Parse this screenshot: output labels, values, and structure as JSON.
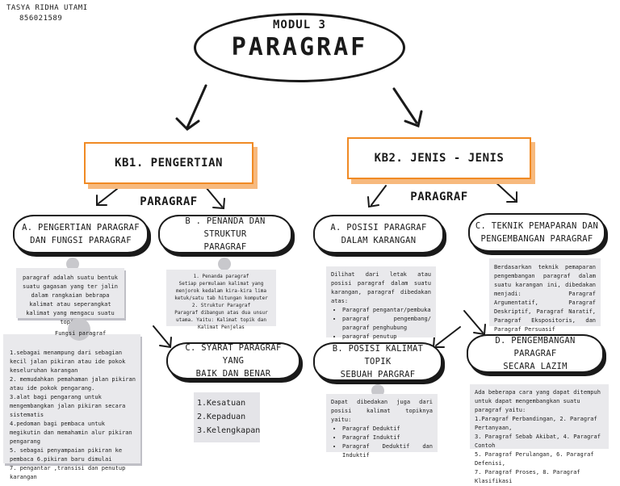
{
  "author": {
    "name": "TASYA RIDHA UTAMI",
    "nim": "856021589"
  },
  "title": {
    "module": "MODUL 3",
    "main": "PARAGRAF"
  },
  "kb1": {
    "title": "KB1. PENGERTIAN PARAGRAF",
    "a": {
      "title_line1": "A. PENGERTIAN PARAGRAF",
      "title_line2": "DAN FUNGSI PARAGRAF",
      "note": "paragraf adalah suatu bentuk suatu gagasan yang  ter jalin dalam rangkaian bebrapa kalimat atau seperangkat kalimat yang mengacu suatu topik.",
      "fungsi_title": "Fungsi paragraf",
      "fungsi_items": [
        "1.sebagai menampung dari sebagian kecil  jalan pikiran atau ide pokok keseluruhan karangan",
        "2. memudahkan pemahaman jalan pikiran atau ide pokok pengarang.",
        "3.alat bagi pengarang untuk mengembangkan jalan pikiran secara sistematis",
        "4.pedoman bagi pembaca untuk megikutin dan memahamin alur pikiran pengarang",
        "5. sebagai penyampaian pikiran  ke pembaca 6.pikiran baru dimulai",
        "7. pengantar ,transisi dan penutup karangan"
      ]
    },
    "b": {
      "title_line1": "B . PENANDA DAN STRUKTUR",
      "title_line2": "PARAGRAF",
      "note_lines": [
        "1. Penanda paragraf",
        "Setiap permulaan kalimat yang menjorok kedalam kira-kira lima ketuk/satu tab hitungan komputer",
        "2. Struktur Paragraf",
        "Paragraf dibangun atas dua unsur utama. Yaitu: Kalimat topik dan Kalimat Penjelas"
      ]
    },
    "c": {
      "title_line1": "C. SYARAT PARAGRAF YANG",
      "title_line2": "BAIK DAN BENAR",
      "items": [
        "1.Kesatuan",
        "2.Kepaduan",
        "3.Kelengkapan"
      ]
    }
  },
  "kb2": {
    "title": "KB2. JENIS - JENIS PARAGRAF",
    "a": {
      "title_line1": "A. POSISI PARAGRAF",
      "title_line2": "DALAM KARANGAN",
      "intro": "Dilihat dari letak atau posisi paragraf dalam suatu karangan, paragraf dibedakan atas:",
      "items": [
        "Paragraf pengantar/pembuka",
        "paragraf pengembang/ paragraf penghubung",
        "paragraf penutup"
      ]
    },
    "b": {
      "title_line1": "B. POSISI KALIMAT TOPIK",
      "title_line2": "SEBUAH PARGRAF",
      "intro": "Dapat dibedakan juga dari posisi kalimat topiknya yaitu:",
      "items": [
        "Paragraf Deduktif",
        "Paragraf Induktif",
        "Paragraf Deduktif dan Induktif"
      ]
    },
    "c": {
      "title_line1": "C. TEKNIK PEMAPARAN DAN",
      "title_line2": "PENGEMBANGAN PARAGRAF",
      "note": "Berdasarkan teknik pemaparan pengembangan paragraf dalam suatu karangan ini, dibedakan menjadi: Paragraf Argumentatif, Paragraf Deskriptif, Paragraf Naratif, Paragraf Ekspositoris, dan Paragraf Persuasif"
    },
    "d": {
      "title_line1": "D. PENGEMBANGAN PARAGRAF",
      "title_line2": "SECARA LAZIM",
      "note_lines": [
        "Ada beberapa cara yang dapat ditempuh untuk dapat mengembangkan suatu paragraf yaitu:",
        "1.Paragraf Perbandingan, 2. Paragraf Pertanyaan,",
        "3. Paragraf Sebab Akibat, 4. Paragraf Contoh",
        "5. Paragraf Perulangan, 6. Paragraf Defenisi,",
        "7. Paragraf Proses,  8. Paragraf Klasifikasi"
      ]
    }
  }
}
